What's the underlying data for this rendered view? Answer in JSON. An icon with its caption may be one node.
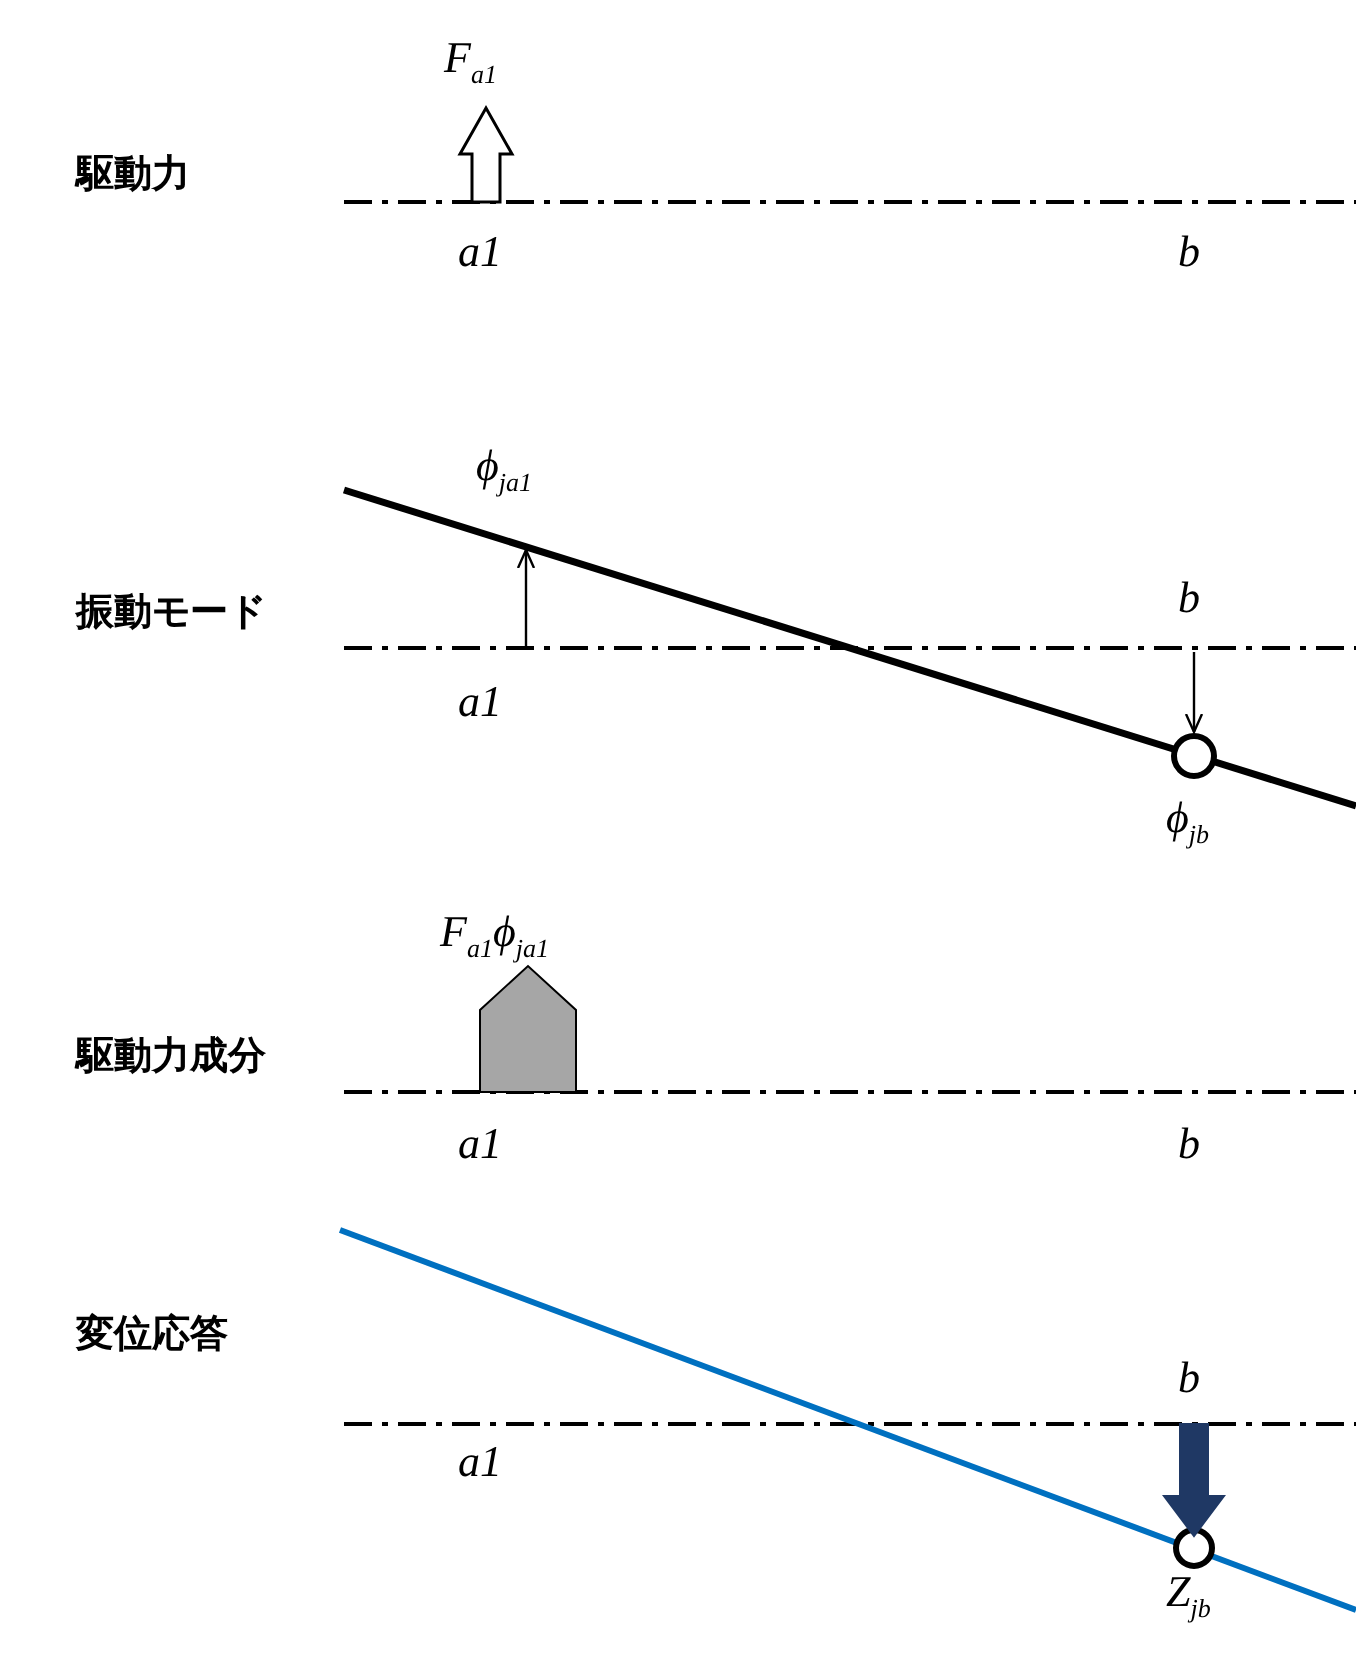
{
  "diagram": {
    "labels": [
      "駆動力",
      "F$_{a1}$",
      "a1",
      "b",
      "振動モード",
      "ϕ$_{ja1}$",
      "b",
      "a1",
      "ϕ$_{jb}$",
      "駆動力成分",
      "F$_{a1}$ϕ$_{ja1}$",
      "a1",
      "b",
      "変位応答",
      "b",
      "a1",
      "Z$_{jb}$"
    ]
  }
}
